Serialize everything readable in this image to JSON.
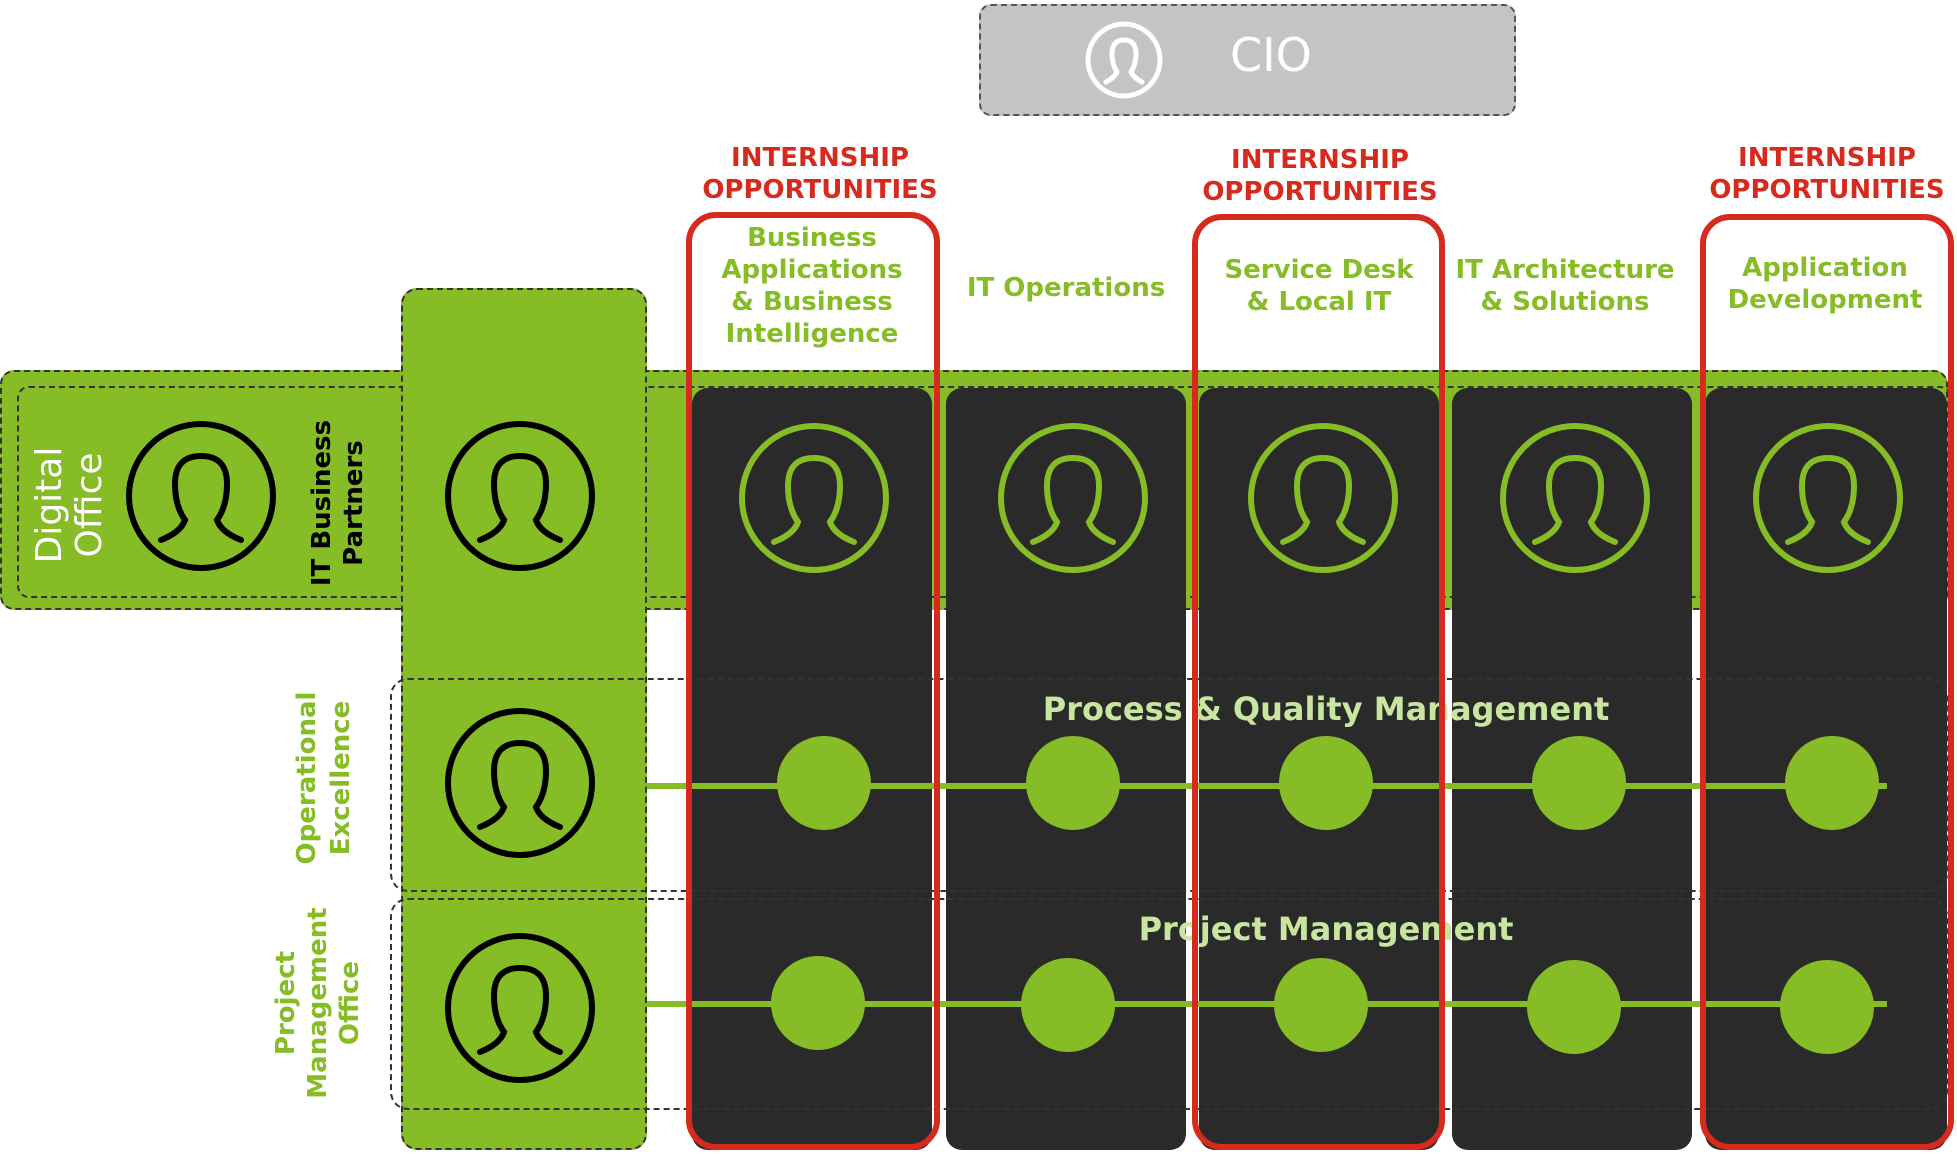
{
  "cio": {
    "label": "CIO",
    "icon": "person-icon"
  },
  "internship_label": "INTERNSHIP\nOPPORTUNITIES",
  "columns": [
    {
      "label": "Business\nApplications\n& Business\nIntelligence",
      "internship": true
    },
    {
      "label": "IT Operations",
      "internship": false
    },
    {
      "label": "Service Desk\n& Local IT",
      "internship": true
    },
    {
      "label": "IT Architecture\n& Solutions",
      "internship": false
    },
    {
      "label": "Application\nDevelopment",
      "internship": true
    }
  ],
  "left_labels": {
    "digital_office": "Digital\nOffice",
    "it_business_partners": "IT Business\nPartners",
    "operational_excellence": "Operational\nExcellence",
    "project_management_office": "Project\nManagement\nOffice"
  },
  "rows": {
    "process_quality": "Process & Quality Management",
    "project_management": "Project Management"
  },
  "colors": {
    "green": "#86bc25",
    "red": "#d52a1d",
    "dark": "#2a2a2a",
    "grey": "#c4c4c2",
    "light_green_text": "#c8e6a0"
  }
}
